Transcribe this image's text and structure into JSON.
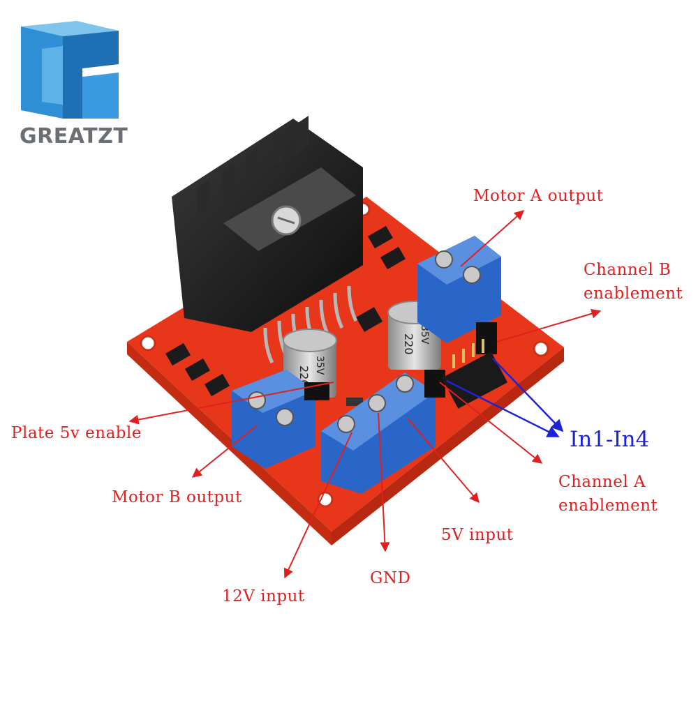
{
  "brand": {
    "logo_text": "GREATZT"
  },
  "colors": {
    "label_red": "#e02020",
    "label_blue": "#1c22d6",
    "board": "#e8361a",
    "terminal": "#2a66c8",
    "heatsink": "#1a1a1a"
  },
  "labels": {
    "motor_a_output": "Motor A output",
    "channel_b_line1": "Channel B",
    "channel_b_line2": "enablement",
    "in1_in4": "In1-In4",
    "plate_5v_enable": "Plate 5v enable",
    "motor_b_output": "Motor B output",
    "channel_a_line1": "Channel A",
    "channel_a_line2": "enablement",
    "input_5v": "5V input",
    "gnd": "GND",
    "input_12v": "12V input"
  },
  "board_markings": {
    "cap_left": "220",
    "cap_left_v": "35V",
    "cap_right": "220",
    "cap_right_v": "35V"
  }
}
